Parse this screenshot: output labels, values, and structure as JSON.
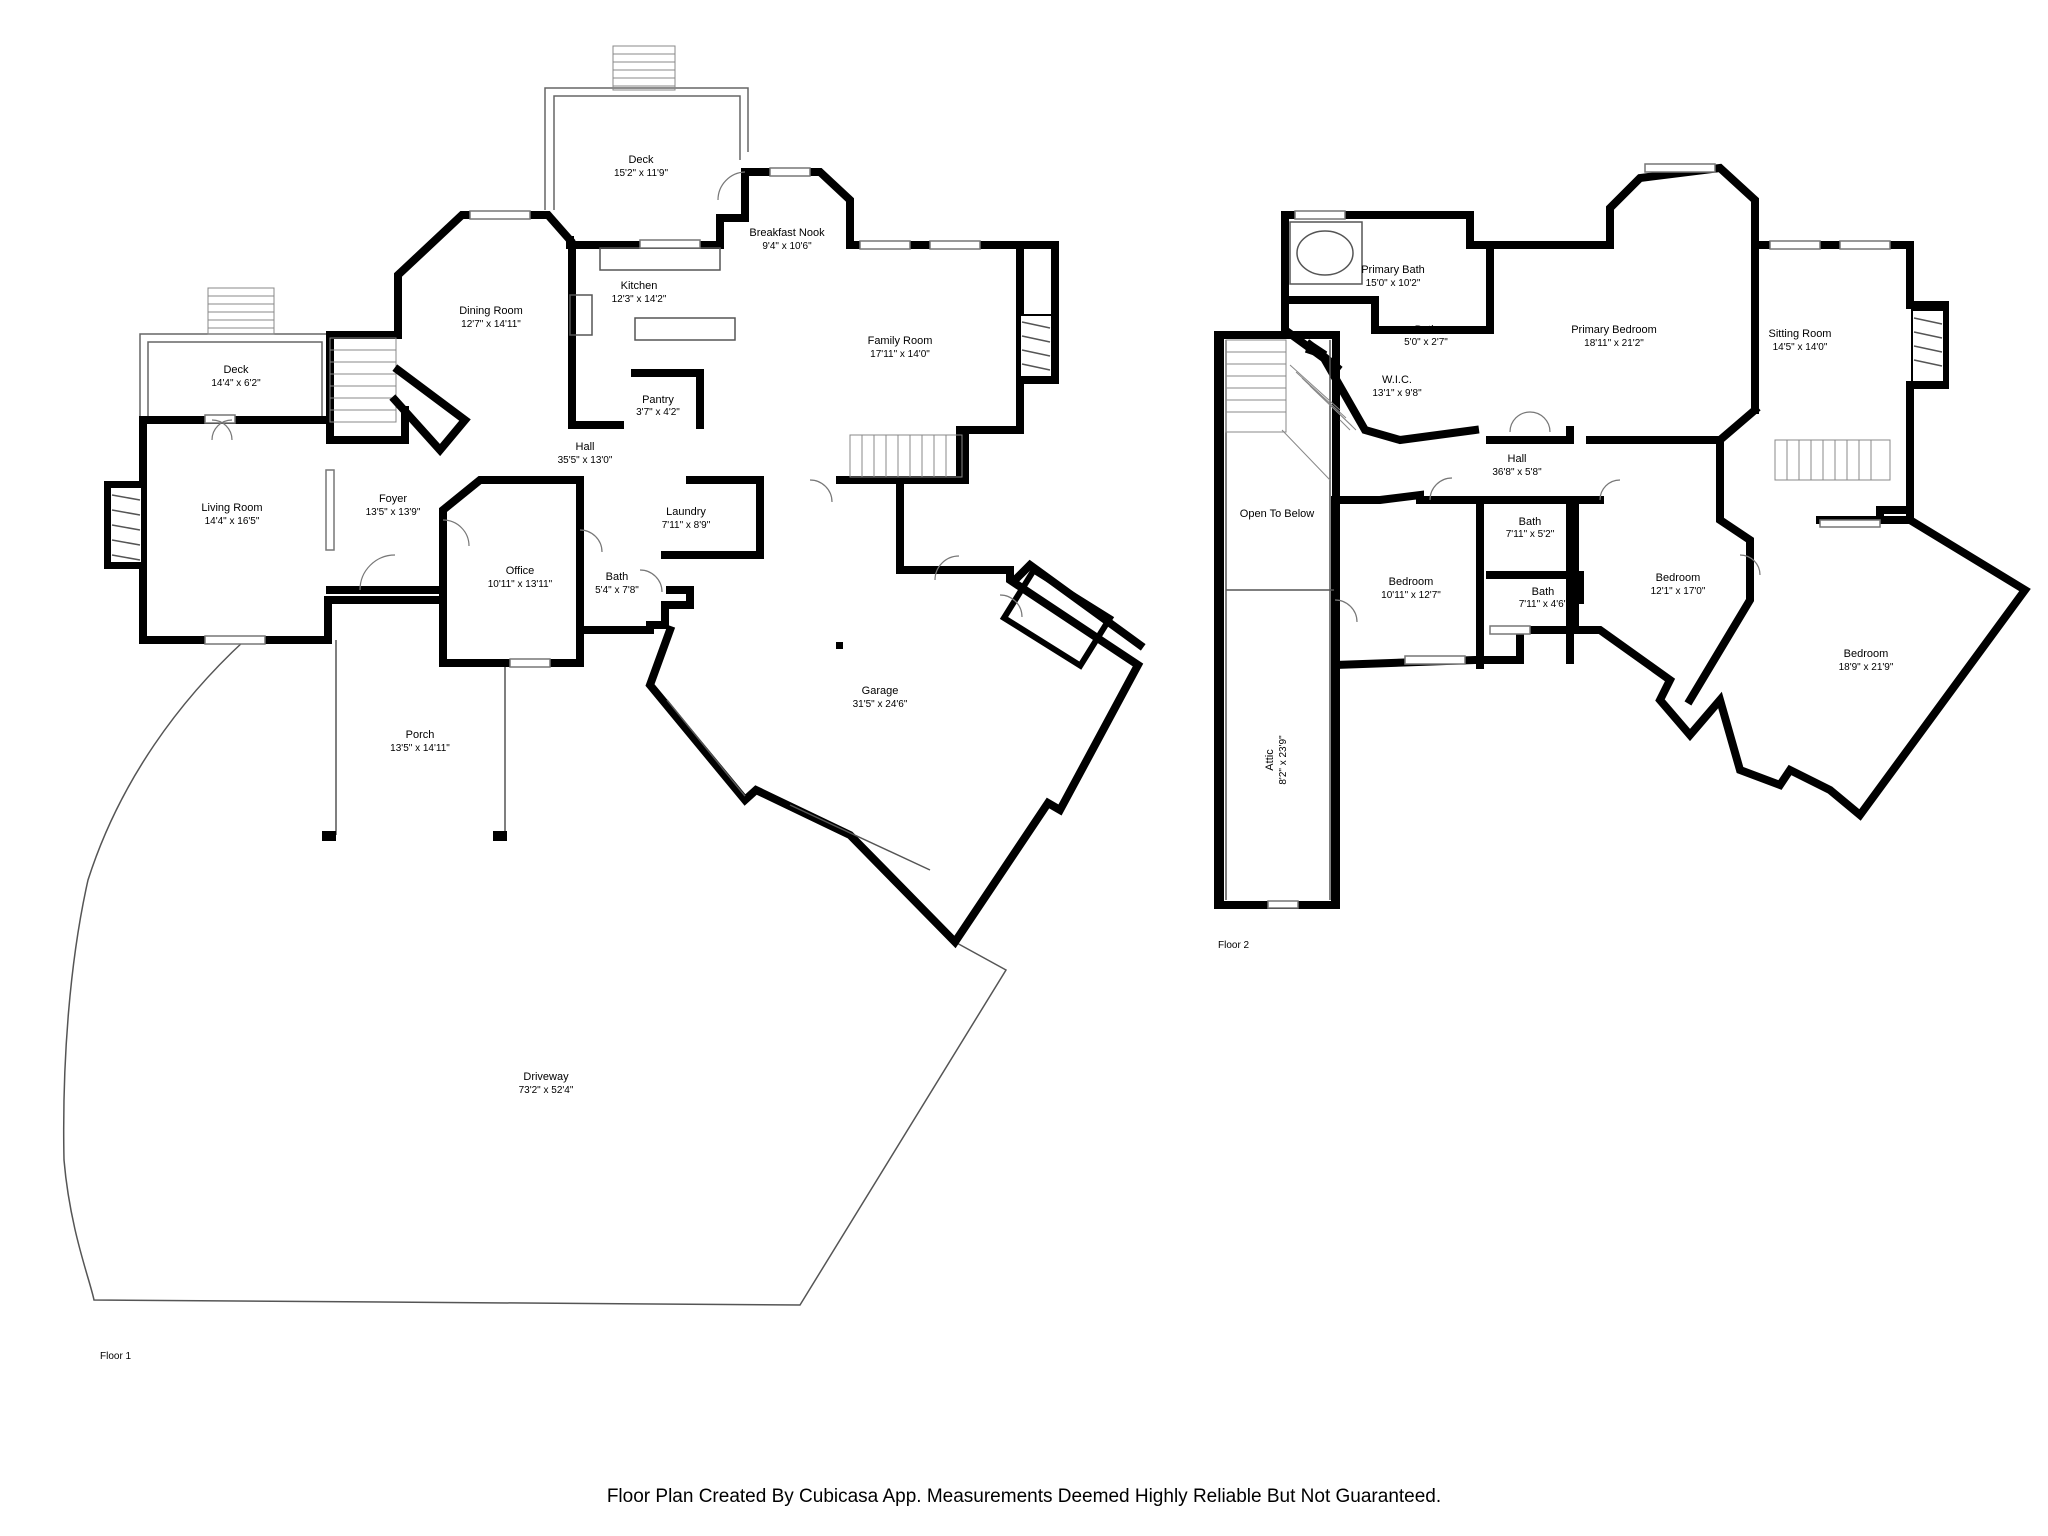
{
  "floors": [
    {
      "label": "Floor 1",
      "rooms": [
        {
          "id": "deck-top",
          "name": "Deck",
          "dim": "15'2\" x 11'9\""
        },
        {
          "id": "breakfast-nook",
          "name": "Breakfast Nook",
          "dim": "9'4\" x 10'6\""
        },
        {
          "id": "dining-room",
          "name": "Dining Room",
          "dim": "12'7\" x 14'11\""
        },
        {
          "id": "kitchen",
          "name": "Kitchen",
          "dim": "12'3\" x 14'2\""
        },
        {
          "id": "family-room",
          "name": "Family Room",
          "dim": "17'11\" x 14'0\""
        },
        {
          "id": "deck-left",
          "name": "Deck",
          "dim": "14'4\" x 6'2\""
        },
        {
          "id": "pantry",
          "name": "Pantry",
          "dim": "3'7\" x 4'2\""
        },
        {
          "id": "hall-1",
          "name": "Hall",
          "dim": "35'5\" x 13'0\""
        },
        {
          "id": "living-room",
          "name": "Living Room",
          "dim": "14'4\" x 16'5\""
        },
        {
          "id": "foyer",
          "name": "Foyer",
          "dim": "13'5\" x 13'9\""
        },
        {
          "id": "laundry",
          "name": "Laundry",
          "dim": "7'11\" x 8'9\""
        },
        {
          "id": "office",
          "name": "Office",
          "dim": "10'11\" x 13'11\""
        },
        {
          "id": "bath-1",
          "name": "Bath",
          "dim": "5'4\" x 7'8\""
        },
        {
          "id": "garage",
          "name": "Garage",
          "dim": "31'5\" x 24'6\""
        },
        {
          "id": "porch",
          "name": "Porch",
          "dim": "13'5\" x 14'11\""
        },
        {
          "id": "driveway",
          "name": "Driveway",
          "dim": "73'2\" x 52'4\""
        }
      ]
    },
    {
      "label": "Floor 2",
      "rooms": [
        {
          "id": "primary-bath",
          "name": "Primary Bath",
          "dim": "15'0\" x 10'2\""
        },
        {
          "id": "bath-small",
          "name": "Bath",
          "dim": "5'0\" x 2'7\""
        },
        {
          "id": "primary-bedroom",
          "name": "Primary Bedroom",
          "dim": "18'11\" x 21'2\""
        },
        {
          "id": "sitting-room",
          "name": "Sitting Room",
          "dim": "14'5\" x 14'0\""
        },
        {
          "id": "wic",
          "name": "W.I.C.",
          "dim": "13'1\" x 9'8\""
        },
        {
          "id": "hall-2",
          "name": "Hall",
          "dim": "36'8\" x 5'8\""
        },
        {
          "id": "open-to-below",
          "name": "Open To Below",
          "dim": ""
        },
        {
          "id": "bath-2a",
          "name": "Bath",
          "dim": "7'11\" x 5'2\""
        },
        {
          "id": "bedroom-a",
          "name": "Bedroom",
          "dim": "10'11\" x 12'7\""
        },
        {
          "id": "bedroom-b",
          "name": "Bedroom",
          "dim": "12'1\" x 17'0\""
        },
        {
          "id": "bath-2b",
          "name": "Bath",
          "dim": "7'11\" x 4'6\""
        },
        {
          "id": "bedroom-c",
          "name": "Bedroom",
          "dim": "18'9\" x 21'9\""
        },
        {
          "id": "attic",
          "name": "Attic",
          "dim": "8'2\" x 23'9\""
        }
      ]
    }
  ],
  "footer": "Floor Plan Created By Cubicasa App. Measurements Deemed Highly Reliable But Not Guaranteed."
}
